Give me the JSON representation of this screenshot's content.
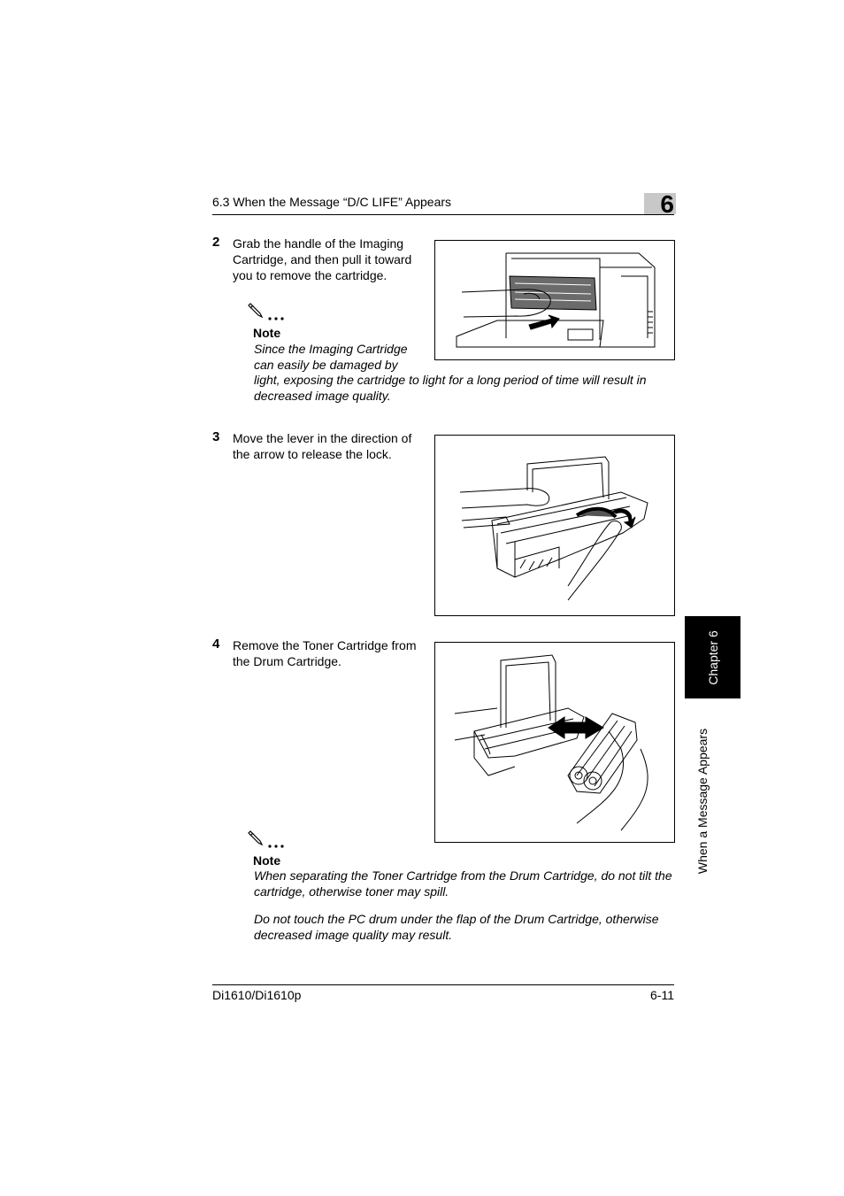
{
  "header": {
    "section_title": "6.3 When the Message “D/C LIFE” Appears",
    "chapter_number": "6"
  },
  "steps": [
    {
      "number": "2",
      "lines": [
        "Grab the handle of the Imaging",
        "Cartridge, and then pull it toward",
        "you to remove the cartridge."
      ]
    },
    {
      "number": "3",
      "lines": [
        "Move the lever in the direction of",
        "the arrow to release the lock."
      ]
    },
    {
      "number": "4",
      "lines": [
        "Remove the Toner Cartridge from",
        "the Drum Cartridge."
      ]
    }
  ],
  "notes": {
    "note1": {
      "label": "Note",
      "lines": [
        "Since the Imaging Cartridge",
        "can easily be damaged by",
        "light, exposing the cartridge to light for a long period of time will result in",
        "decreased image quality."
      ]
    },
    "note2": {
      "label": "Note",
      "lines": [
        "When separating the Toner Cartridge from the Drum Cartridge, do not tilt the",
        "cartridge, otherwise toner may spill.",
        "Do not touch the PC drum under the flap of the Drum Cartridge, otherwise",
        "decreased image quality may result."
      ]
    }
  },
  "side_tab": {
    "chapter_label": "Chapter 6",
    "section_label": "When a Message Appears"
  },
  "footer": {
    "model": "Di1610/Di1610p",
    "page": "6-11"
  },
  "icons": {
    "note_icon": "pencil-note-icon"
  }
}
